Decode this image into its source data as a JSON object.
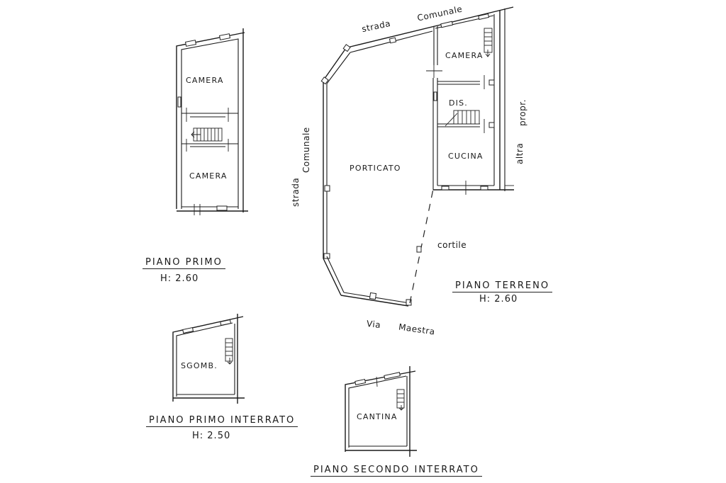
{
  "floors": {
    "piano_primo": {
      "title": "PIANO PRIMO",
      "height": "H: 2.60",
      "rooms": [
        "CAMERA",
        "CAMERA"
      ]
    },
    "piano_terreno": {
      "title": "PIANO TERRENO",
      "height": "H: 2.60",
      "rooms": [
        "CAMERA",
        "DIS.",
        "CUCINA",
        "PORTICATO"
      ],
      "outdoor": [
        "cortile"
      ]
    },
    "piano_primo_interrato": {
      "title": "PIANO PRIMO INTERRATO",
      "height": "H: 2.50",
      "rooms": [
        "SGOMB."
      ]
    },
    "piano_secondo_interrato": {
      "title": "PIANO SECONDO INTERRATO",
      "rooms": [
        "CANTINA"
      ]
    }
  },
  "streets": {
    "top_1": "strada",
    "top_2": "Comunale",
    "left_1": "strada",
    "left_2": "Comunale",
    "bottom_1": "Via",
    "bottom_2": "Maestra",
    "right_1": "altra",
    "right_2": "propr."
  }
}
